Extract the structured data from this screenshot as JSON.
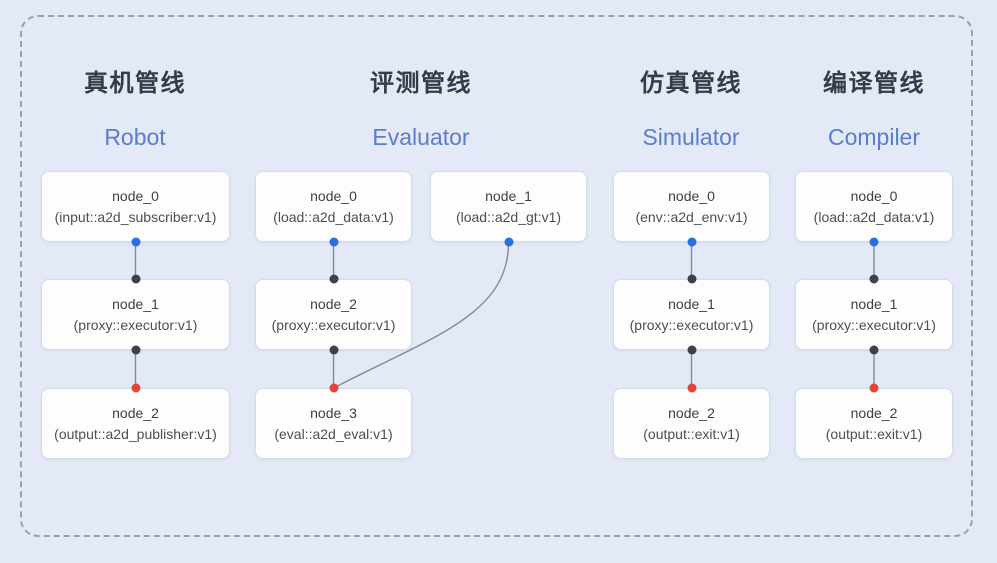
{
  "pipelines": [
    {
      "title_zh": "真机管线",
      "title_en": "Robot",
      "nodes": [
        {
          "name": "node_0",
          "type": "(input::a2d_subscriber:v1)"
        },
        {
          "name": "node_1",
          "type": "(proxy::executor:v1)"
        },
        {
          "name": "node_2",
          "type": "(output::a2d_publisher:v1)"
        }
      ]
    },
    {
      "title_zh": "评测管线",
      "title_en": "Evaluator",
      "nodes": [
        {
          "name": "node_0",
          "type": "(load::a2d_data:v1)"
        },
        {
          "name": "node_1",
          "type": "(load::a2d_gt:v1)"
        },
        {
          "name": "node_2",
          "type": "(proxy::executor:v1)"
        },
        {
          "name": "node_3",
          "type": "(eval::a2d_eval:v1)"
        }
      ]
    },
    {
      "title_zh": "仿真管线",
      "title_en": "Simulator",
      "nodes": [
        {
          "name": "node_0",
          "type": "(env::a2d_env:v1)"
        },
        {
          "name": "node_1",
          "type": "(proxy::executor:v1)"
        },
        {
          "name": "node_2",
          "type": "(output::exit:v1)"
        }
      ]
    },
    {
      "title_zh": "编译管线",
      "title_en": "Compiler",
      "nodes": [
        {
          "name": "node_0",
          "type": "(load::a2d_data:v1)"
        },
        {
          "name": "node_1",
          "type": "(proxy::executor:v1)"
        },
        {
          "name": "node_2",
          "type": "(output::exit:v1)"
        }
      ]
    }
  ],
  "colors": {
    "background": "#e3e9f7",
    "dashed_border": "#9aa1ac",
    "title_zh": "#353b47",
    "title_en": "#5b7dcb",
    "node_bg": "#fdfdfe",
    "node_border": "#d6dbe6",
    "edge_line": "#858b96",
    "port_blue": "#2b6de4",
    "port_dark": "#3e4247",
    "port_red": "#e84335"
  }
}
